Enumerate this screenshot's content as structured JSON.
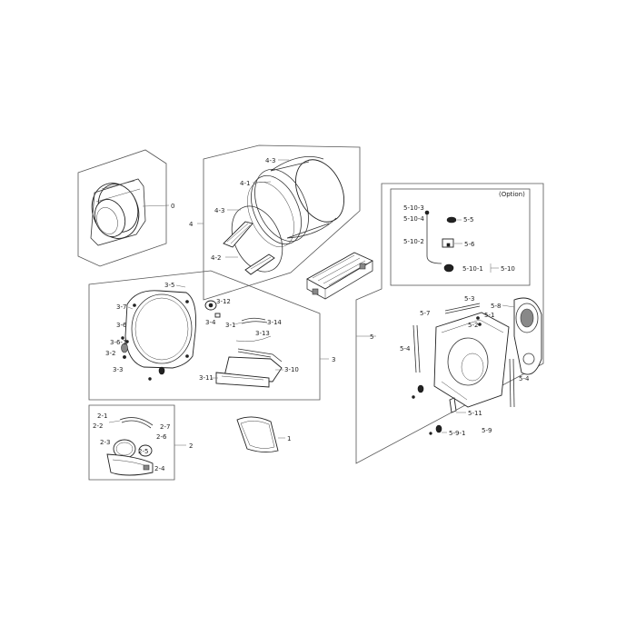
{
  "option_label": "(Option)",
  "groups": {
    "g0": "0",
    "g1": "1",
    "g2": "2",
    "g3": "3",
    "g4": "4",
    "g5": "5"
  },
  "labels": {
    "p4_3a": "4-3",
    "p4_1": "4-1",
    "p4_3b": "4-3",
    "p4_2": "4-2",
    "p3_5": "3-5",
    "p3_7": "3-7",
    "p3_6": "3-6",
    "p3_6_1": "3-6-1",
    "p3_2": "3-2",
    "p3_3": "3-3",
    "p3_12": "3-12",
    "p3_4": "3-4",
    "p3_1": "3-1",
    "p3_14": "3-14",
    "p3_13": "3-13",
    "p3_10": "3-10",
    "p3_11": "3-11",
    "p2_1": "2-1",
    "p2_2": "2-2",
    "p2_7": "2-7",
    "p2_6": "2-6",
    "p2_3": "2-3",
    "p2_5": "2-5",
    "p2_4": "2-4",
    "p5_10_3": "5-10-3",
    "p5_10_4": "5-10-4",
    "p5_5": "5-5",
    "p5_10_2": "5-10-2",
    "p5_6": "5-6",
    "p5_10_1": "5-10-1",
    "p5_10": "5-10",
    "p5_3": "5-3",
    "p5_8": "5-8",
    "p5_7": "5-7",
    "p5_1": "5-1",
    "p5_2": "5-2",
    "p5_4a": "5-4",
    "p5_4b": "5-4",
    "p5_11": "5-11",
    "p5_9": "5-9",
    "p5_9_1": "5-9-1"
  }
}
